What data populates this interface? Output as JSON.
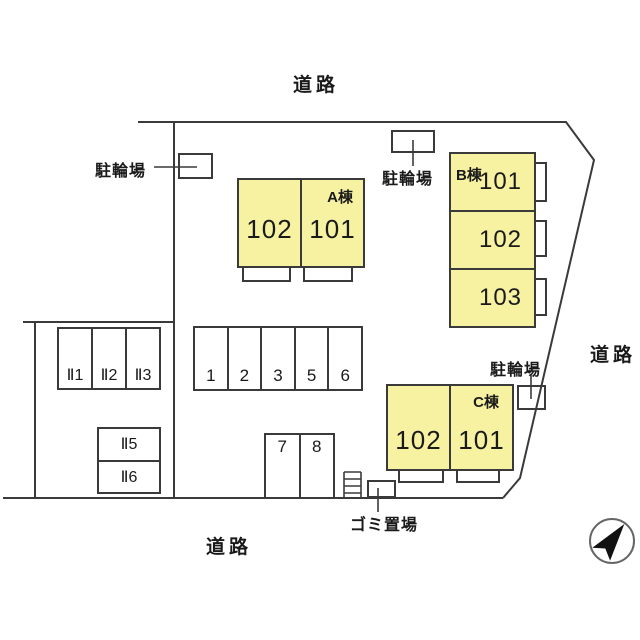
{
  "colors": {
    "background": "#ffffff",
    "line": "#3a3a3a",
    "building_fill": "#f7f2a2"
  },
  "roads": {
    "top": "道路",
    "right": "道路",
    "bottom": "道路"
  },
  "buildings": {
    "a": {
      "name": "A棟",
      "units": [
        "102",
        "101"
      ]
    },
    "b": {
      "name": "B棟",
      "units": [
        "101",
        "102",
        "103"
      ]
    },
    "c": {
      "name": "C棟",
      "units": [
        "102",
        "101"
      ]
    }
  },
  "parking": {
    "main_row": [
      "1",
      "2",
      "3",
      "5",
      "6"
    ],
    "ii_row": [
      "Ⅱ1",
      "Ⅱ2",
      "Ⅱ3"
    ],
    "ii_stack": [
      "Ⅱ5",
      "Ⅱ6"
    ],
    "pair": [
      "7",
      "8"
    ]
  },
  "facilities": {
    "bicycle_left": "駐輪場",
    "bicycle_top": "駐輪場",
    "bicycle_right": "駐輪場",
    "garbage": "ゴミ置場"
  },
  "compass": {
    "icon": "north-arrow-icon"
  }
}
